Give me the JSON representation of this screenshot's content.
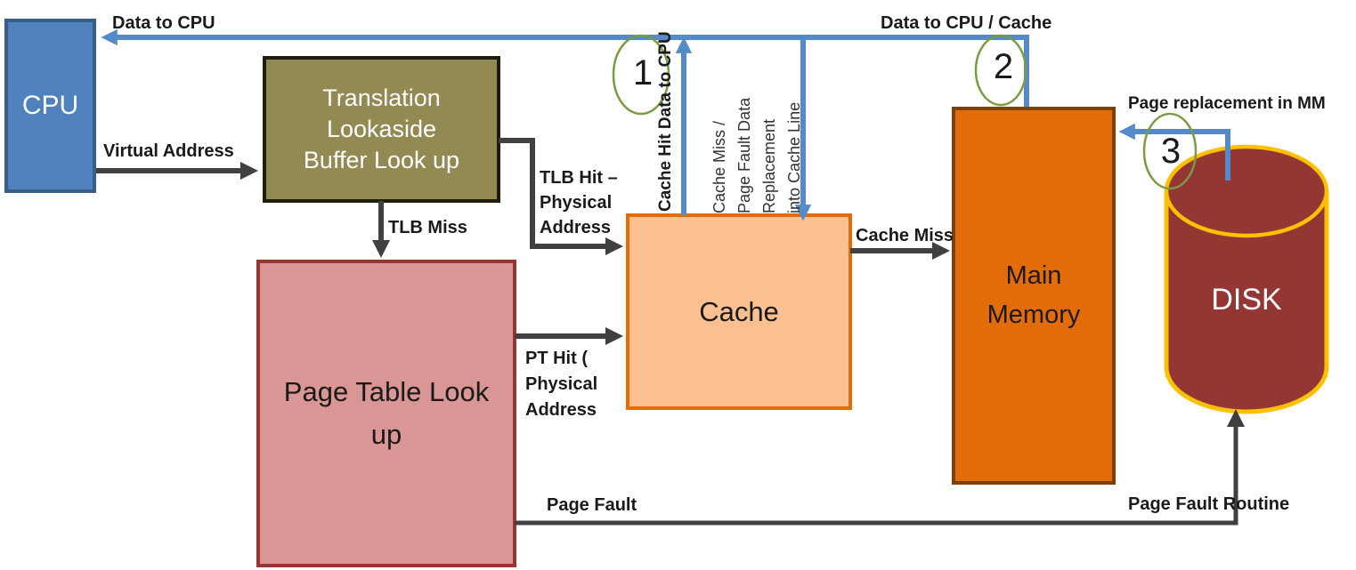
{
  "boxes": {
    "cpu": {
      "label": "CPU"
    },
    "tlb": {
      "label": "Translation\nLookaside\nBuffer Look up"
    },
    "page_table": {
      "label": "Page Table Look\nup"
    },
    "cache": {
      "label": "Cache"
    },
    "main_memory": {
      "label": "Main\nMemory"
    },
    "disk": {
      "label": "DISK"
    }
  },
  "edge_labels": {
    "data_to_cpu": "Data to CPU",
    "virtual_address": "Virtual Address",
    "tlb_miss": "TLB Miss",
    "tlb_hit": "TLB Hit –\nPhysical\nAddress",
    "pt_hit": "PT Hit (\nPhysical\nAddress",
    "cache_hit_data_to_cpu": "Cache Hit Data to CPU",
    "cache_miss_replacement": "Cache Miss /\nPage Fault Data\nReplacement\ninto Cache Line",
    "cache_miss": "Cache Miss",
    "data_to_cpu_cache": "Data to CPU / Cache",
    "page_replacement_in_mm": "Page replacement in MM",
    "page_fault": "Page Fault",
    "page_fault_routine": "Page Fault Routine"
  },
  "steps": {
    "step1": "1",
    "step2": "2",
    "step3": "3"
  },
  "colors": {
    "blue_arrow": "#548AC8",
    "dark_arrow": "#404040",
    "step_ellipse_stroke": "#7B9B43",
    "cpu_fill": "#4F81BD",
    "cpu_border": "#385D8A",
    "tlb_fill": "#938953",
    "tlb_border": "#1F1D10",
    "page_table_fill": "#D99694",
    "page_table_border": "#943634",
    "cache_fill": "#FAC090",
    "cache_border": "#E36C09",
    "main_memory_fill": "#E36C09",
    "main_memory_border": "#7F3F00",
    "disk_fill": "#943634",
    "disk_outline": "#FFC000"
  }
}
